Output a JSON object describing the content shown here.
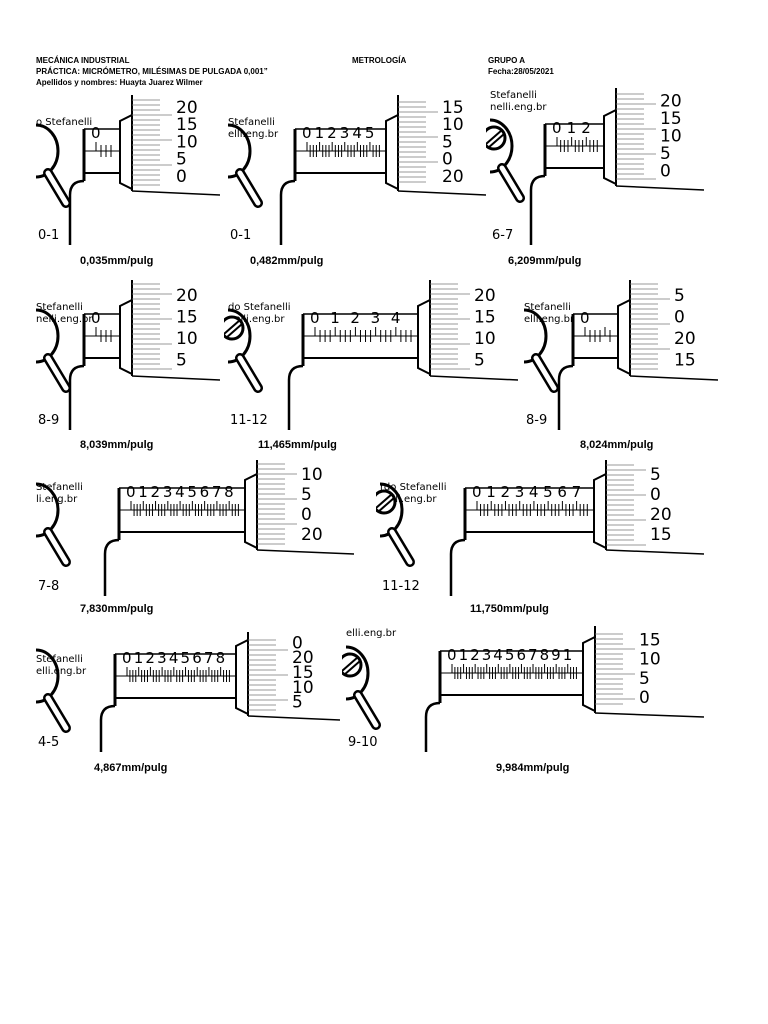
{
  "header": {
    "course": "MECÁNICA INDUSTRIAL",
    "subject": "METROLOGÍA",
    "group": "GRUPO A",
    "practice": "PRÁCTICA: MICRÓMETRO,  MILÉSIMAS DE PULGADA 0,001”",
    "date": "Fecha:28/05/2021",
    "student": "Apellidos y nombres: Huayta Juarez Wilmer"
  },
  "micrometers": [
    {
      "watermark": [
        "o Stefanelli",
        ""
      ],
      "sleeve": [
        "0"
      ],
      "thimble": [
        "20",
        "15",
        "10",
        "5",
        "0"
      ],
      "frame_label": "0-1",
      "reading": "0,035mm/pulg"
    },
    {
      "watermark": [
        "Stefanelli",
        "elli.eng.br"
      ],
      "sleeve": [
        "0",
        "1",
        "2",
        "3",
        "4",
        "5"
      ],
      "thimble": [
        "15",
        "10",
        "5",
        "0",
        "20"
      ],
      "frame_label": "0-1",
      "reading": "0,482mm/pulg"
    },
    {
      "watermark": [
        "Stefanelli",
        "nelli.eng.br"
      ],
      "sleeve": [
        "0",
        "1",
        "2"
      ],
      "thimble": [
        "20",
        "15",
        "10",
        "5",
        "0"
      ],
      "frame_label": "6-7",
      "reading": "6,209mm/pulg"
    },
    {
      "watermark": [
        "Stefanelli",
        "nelli.eng.br"
      ],
      "sleeve": [
        "0"
      ],
      "thimble": [
        "20",
        "15",
        "10",
        "5"
      ],
      "frame_label": "8-9",
      "reading": "8,039mm/pulg"
    },
    {
      "watermark": [
        "do Stefanelli",
        "nelli.eng.br"
      ],
      "sleeve": [
        "0",
        "1",
        "2",
        "3",
        "4"
      ],
      "thimble": [
        "20",
        "15",
        "10",
        "5"
      ],
      "frame_label": "11-12",
      "reading": "11,465mm/pulg"
    },
    {
      "watermark": [
        "Stefanelli",
        "elli.eng.br"
      ],
      "sleeve": [
        "0"
      ],
      "thimble": [
        "5",
        "0",
        "20",
        "15"
      ],
      "frame_label": "8-9",
      "reading": "8,024mm/pulg"
    },
    {
      "watermark": [
        "Stefanelli",
        "li.eng.br"
      ],
      "sleeve": [
        "0",
        "1",
        "2",
        "3",
        "4",
        "5",
        "6",
        "7",
        "8"
      ],
      "thimble": [
        "10",
        "5",
        "0",
        "20"
      ],
      "frame_label": "7-8",
      "reading": "7,830mm/pulg"
    },
    {
      "watermark": [
        "rdo Stefanelli",
        "nelli.eng.br"
      ],
      "sleeve": [
        "0",
        "1",
        "2",
        "3",
        "4",
        "5",
        "6",
        "7"
      ],
      "thimble": [
        "5",
        "0",
        "20",
        "15"
      ],
      "frame_label": "11-12",
      "reading": "11,750mm/pulg"
    },
    {
      "watermark": [
        "Stefanelli",
        "elli.eng.br"
      ],
      "sleeve": [
        "0",
        "1",
        "2",
        "3",
        "4",
        "5",
        "6",
        "7",
        "8"
      ],
      "thimble": [
        "0",
        "20",
        "15",
        "10",
        "5"
      ],
      "frame_label": "4-5",
      "reading": "4,867mm/pulg"
    },
    {
      "watermark": [
        "elli.eng.br",
        ""
      ],
      "sleeve": [
        "0",
        "1",
        "2",
        "3",
        "4",
        "5",
        "6",
        "7",
        "8",
        "9",
        "1"
      ],
      "thimble": [
        "15",
        "10",
        "5",
        "0"
      ],
      "frame_label": "9-10",
      "reading": "9,984mm/pulg"
    }
  ]
}
